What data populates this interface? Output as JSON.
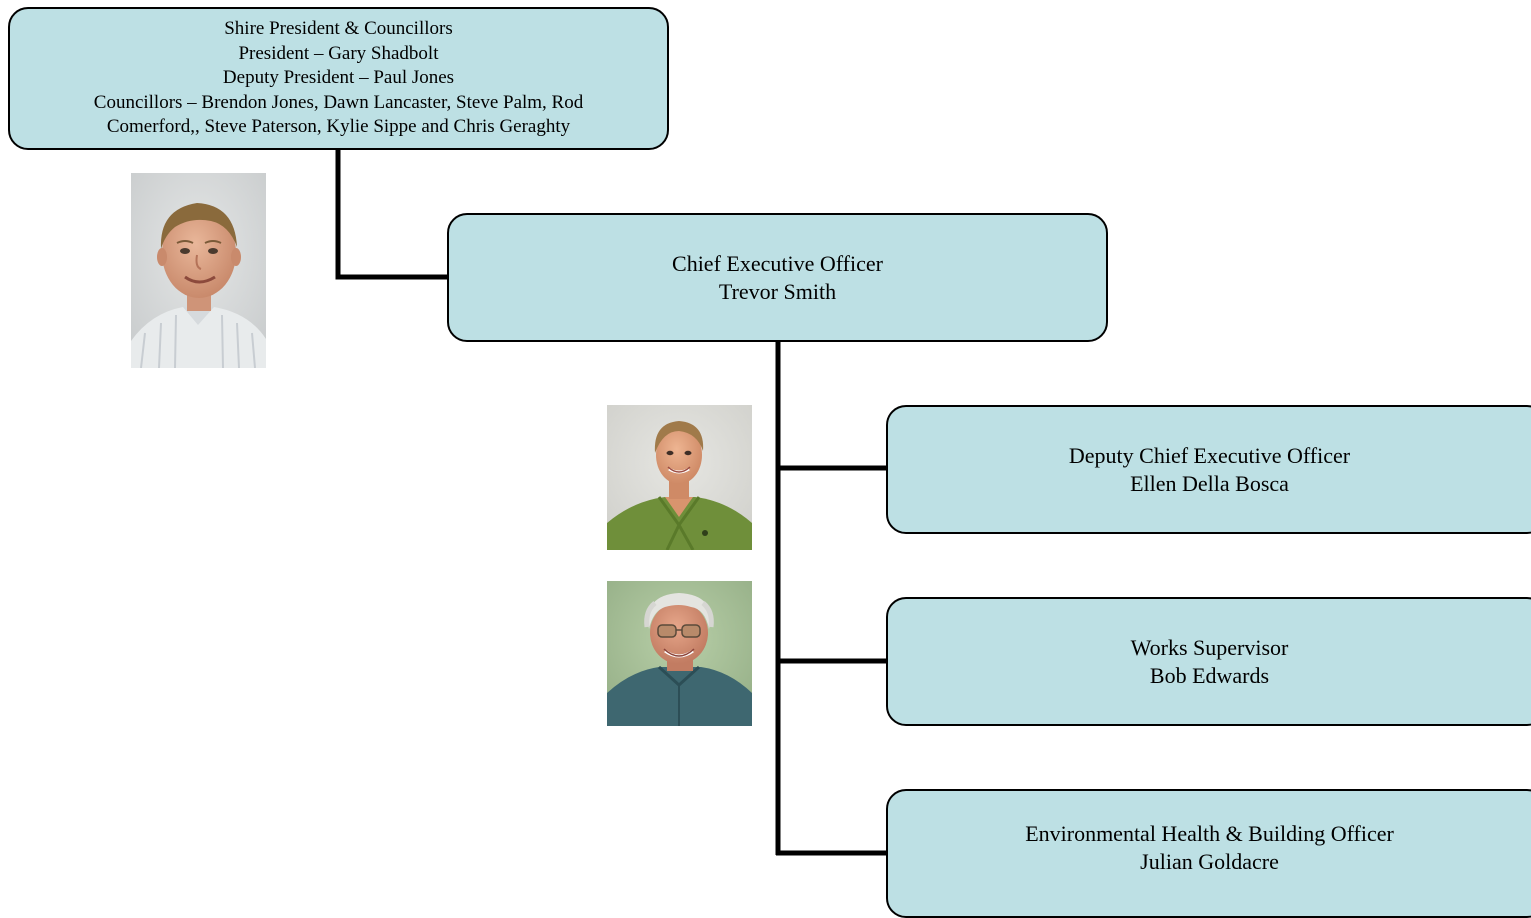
{
  "council": {
    "lines": [
      "Shire President & Councillors",
      "President – Gary Shadbolt",
      "Deputy President – Paul Jones",
      "Councillors – Brendon Jones, Dawn Lancaster, Steve Palm, Rod",
      "Comerford,, Steve Paterson, Kylie Sippe and Chris Geraghty"
    ]
  },
  "ceo": {
    "title": "Chief Executive Officer",
    "name": "Trevor Smith"
  },
  "reports": [
    {
      "title": "Deputy Chief Executive Officer",
      "name": "Ellen Della Bosca"
    },
    {
      "title": "Works Supervisor",
      "name": "Bob Edwards"
    },
    {
      "title": "Environmental Health & Building Officer",
      "name": "Julian Goldacre"
    }
  ],
  "colors": {
    "box_fill": "#bde0e4",
    "box_border": "#000000",
    "connector": "#000000"
  }
}
